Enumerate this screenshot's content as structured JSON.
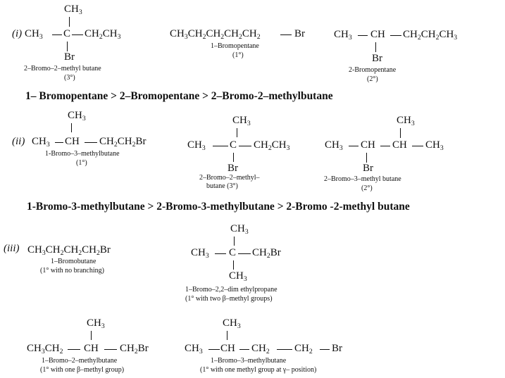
{
  "part_i": {
    "label": "(i)",
    "compound_a": {
      "top": "CH3",
      "left": "CH3",
      "center": "C",
      "right": "CH2CH3",
      "bottom": "Br",
      "name": "2–Bromo–2–methyl butane",
      "degree": "(3°)"
    },
    "compound_b": {
      "chain": "CH3CH2CH2CH2CH2",
      "sub": "Br",
      "name": "1–Bromopentane",
      "degree": "(1°)"
    },
    "compound_c": {
      "left": "CH3",
      "center": "CH",
      "right": "CH2CH2CH3",
      "bottom": "Br",
      "name": "2-Bromopentane",
      "degree": "(2°)"
    },
    "order": "1– Bromopentane > 2–Bromopentane > 2–Bromo-2–methylbutane"
  },
  "part_ii": {
    "label": "(ii)",
    "compound_a": {
      "top": "CH3",
      "left": "CH3",
      "center": "CH",
      "right": "CH2CH2Br",
      "name": "1-Bromo–3–methylbutane",
      "degree": "(1°)"
    },
    "compound_b": {
      "top": "CH3",
      "left": "CH3",
      "center": "C",
      "right": "CH2CH3",
      "bottom": "Br",
      "name_line1": "2–Bromo–2–methyl–",
      "name_line2": "butane (3°)"
    },
    "compound_c": {
      "left": "CH3",
      "center1": "CH",
      "center2": "CH",
      "right": "CH3",
      "top": "CH3",
      "bottom": "Br",
      "name": "2–Bromo–3–methyl butane",
      "degree": "(2°)"
    },
    "order": "1-Bromo-3-methylbutane  > 2-Bromo-3-methylbutane > 2-Bromo -2-methyl butane"
  },
  "part_iii": {
    "label": "(iii)",
    "compound_a": {
      "formula": "CH3CH2CH2CH2Br",
      "name": "1–Bromobutane",
      "note": "(1° with no branching)"
    },
    "compound_b": {
      "top": "CH3",
      "left": "CH3",
      "center": "C",
      "right": "CH2Br",
      "bottom": "CH3",
      "name": "1–Bromo–2,2–dim ethylpropane",
      "note": "(1° with two β–methyl groups)"
    },
    "compound_c": {
      "top": "CH3",
      "left": "CH3CH2",
      "center": "CH",
      "right": "CH2Br",
      "name": "1–Bromo–2–methylbutane",
      "note": "(1° with one β–methyl group)"
    },
    "compound_d": {
      "top": "CH3",
      "left": "CH3",
      "center": "CH",
      "right1": "CH2",
      "right2": "CH2",
      "right3": "Br",
      "name": "1–Bromo–3–methylbutane",
      "note": "(1° with one methyl group at γ– position)"
    }
  }
}
